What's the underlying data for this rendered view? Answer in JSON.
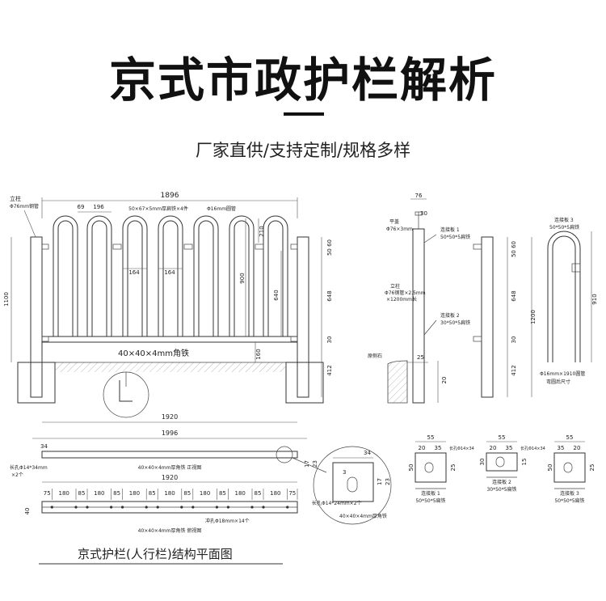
{
  "header": {
    "title": "京式市政护栏解析",
    "subtitle": "厂家直供/支持定制/规格多样"
  },
  "elevation": {
    "overall_width": "1896",
    "post_label_1": "立柱",
    "post_label_2": "Φ76mm钢管",
    "dim_69": "69",
    "dim_196": "196",
    "plate_label": "50×67×5mm厚扁铁×4件",
    "tube_label": "Φ16mm圆管",
    "dim_164a": "164",
    "dim_164b": "164",
    "dim_210": "210",
    "dim_900": "900",
    "dim_640": "640",
    "dim_1100": "1100",
    "right_dim_50": "50 60",
    "right_dim_648": "648",
    "right_dim_30": "30",
    "right_dim_412": "412",
    "angle_label": "40×40×4mm角铁",
    "dim_160": "160"
  },
  "section": {
    "dim_76": "76",
    "dim_30": "30",
    "cap_label_1": "平盖",
    "cap_label_2": "Φ76×3mm",
    "plate1_label_1": "连接板 1",
    "plate1_label_2": "50*50*5扁铁",
    "post_label_1": "立柱",
    "post_label_2": "Φ76钢管×2.5mm",
    "post_label_3": "×1200mm长",
    "plate2_label_1": "连接板 2",
    "plate2_label_2": "30*50*5扁铁",
    "kerb_label": "原侧石",
    "dim_25": "25",
    "dim_20": "20",
    "dim_50_60": "50 60",
    "dim_648": "648",
    "dim_1200": "1200",
    "dim_30b": "30",
    "dim_412": "412"
  },
  "loop": {
    "plate3_label_1": "连接板 3",
    "plate3_label_2": "50*50*5扁铁",
    "dim_910": "910",
    "tube_label_1": "Φ16mm×1910圆管",
    "tube_label_2": "弯圆后尺寸"
  },
  "plan": {
    "dim_1920": "1920",
    "dim_1996": "1996",
    "dim_34": "34",
    "slot_label_1": "长孔Φ14*34mm",
    "slot_label_2": "×2个",
    "angle_label": "40×40×4mm厚角铁  正视图",
    "dim_17": "17",
    "dim_23": "23",
    "dim_1920b": "1920",
    "spacings": [
      "75",
      "180",
      "85",
      "180",
      "85",
      "180",
      "85",
      "180",
      "85",
      "180",
      "85",
      "180",
      "85",
      "180",
      "75"
    ],
    "dim_40": "40",
    "holes_label": "冲孔Φ18mm×14个",
    "angle_label_2": "40×40×4mm厚角铁  俯视图"
  },
  "detail": {
    "dim_34": "34",
    "dim_3": "3",
    "dim_17": "17",
    "dim_23": "23",
    "slot_label": "长孔Φ14*24mm×2个",
    "angle_label": "40×40×4mm厚角铁"
  },
  "plates": [
    {
      "dim_top": "55",
      "dim_a": "20",
      "dim_b": "35",
      "dim_side": "50",
      "dim_right": "25",
      "slot": "长孔Φ14×34",
      "name": "连接板 1",
      "spec": "50*50*5扁铁"
    },
    {
      "dim_top": "55",
      "dim_a": "20",
      "dim_b": "35",
      "dim_side": "30",
      "dim_right": "15",
      "slot": "长孔Φ14×34",
      "name": "连接板 2",
      "spec": "30*50*5扁铁"
    },
    {
      "dim_top": "55",
      "dim_a": "35",
      "dim_b": "20",
      "dim_side": "50",
      "dim_right": "25",
      "slot": "",
      "name": "连接板 3",
      "spec": "50*50*5扁铁"
    }
  ],
  "footer": {
    "caption": "京式护栏(人行栏)结构平面图"
  }
}
